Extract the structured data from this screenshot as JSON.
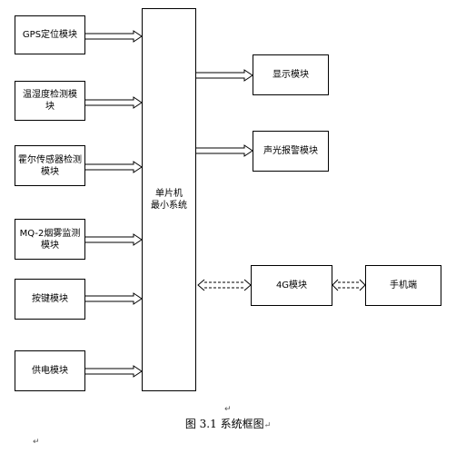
{
  "modules": {
    "gps": "GPS定位模块",
    "temp_humidity": "温湿度检测模块",
    "hall_sensor": "霍尔传感器检测模块",
    "mq2_smoke": "MQ-2烟雾监测模块",
    "keys": "按键模块",
    "power": "供电模块",
    "mcu": "单片机\n最小系统",
    "display": "显示模块",
    "sound_light_alarm": "声光报警模块",
    "module_4g": "4G模块",
    "phone": "手机端"
  },
  "caption": "图 3.1 系统框图",
  "marks": {
    "return": "↵"
  }
}
